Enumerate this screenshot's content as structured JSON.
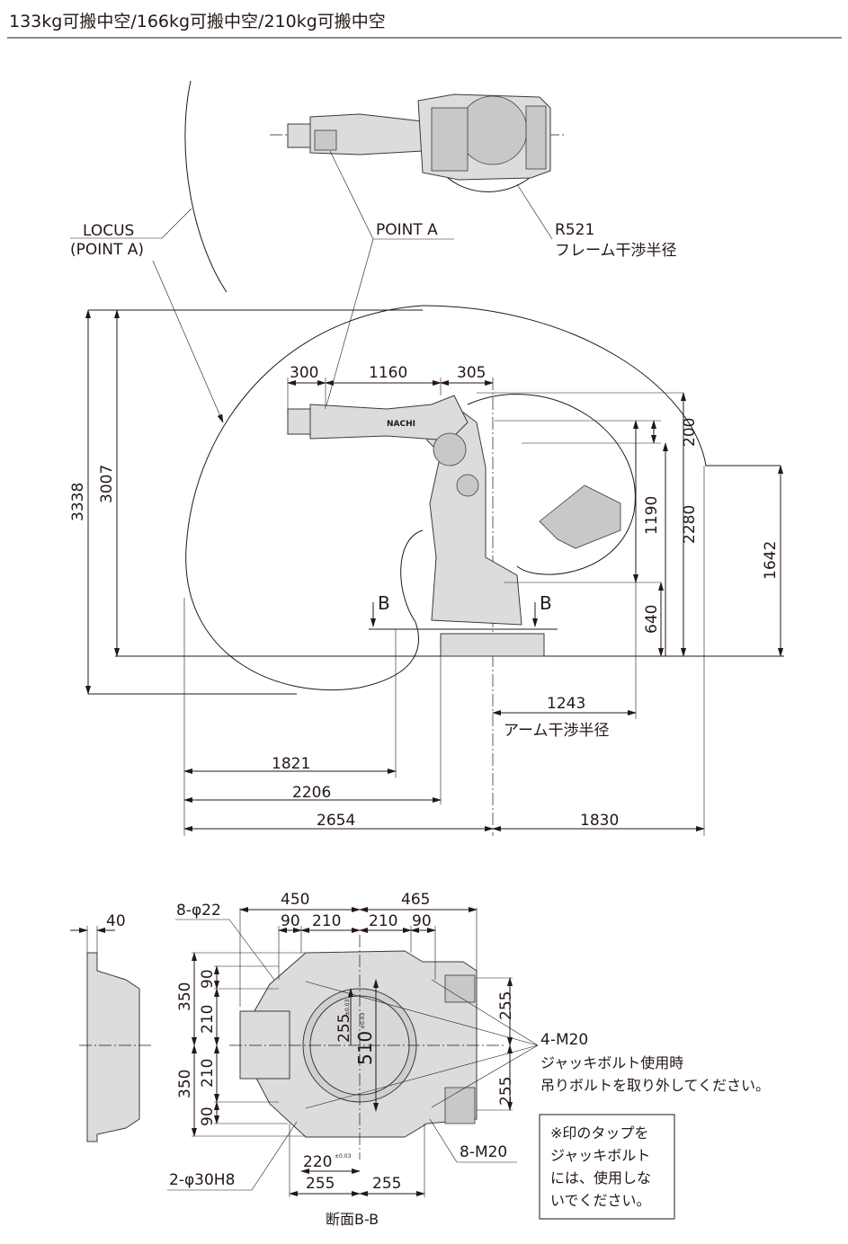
{
  "title": "133kg可搬中空/166kg可搬中空/210kg可搬中空",
  "top_view": {
    "locus_label": [
      "LOCUS",
      "(POINT A)"
    ],
    "point_a_label": "POINT A",
    "radius_label": "R521",
    "radius_caption": "フレーム干渉半径"
  },
  "side_view": {
    "brand": "NACHI",
    "dims": {
      "d300": "300",
      "d1160": "1160",
      "d305": "305",
      "d3338": "3338",
      "d3007": "3007",
      "d200": "200",
      "d1190": "1190",
      "d2280": "2280",
      "d640": "640",
      "d1642": "1642",
      "d1243": "1243",
      "arm_caption": "アーム干渉半径",
      "d1821": "1821",
      "d2206": "2206",
      "d2654": "2654",
      "d1830": "1830"
    },
    "section_marks": [
      "B",
      "B"
    ]
  },
  "base_section": {
    "d40": "40",
    "d450": "450",
    "d465": "465",
    "d90a": "90",
    "d210a": "210",
    "d210b": "210",
    "d90b": "90",
    "hole_label": "8-φ22",
    "v350a": "350",
    "v210a": "210",
    "v90a": "90",
    "v350b": "350",
    "v210b": "210",
    "v90b": "90",
    "d255_inner": "255",
    "tol_inner": "±0.03",
    "d510": "510",
    "tol_510": "±0.03",
    "r255a": "255",
    "r255b": "255",
    "m20_label": "4-M20",
    "m20_note": [
      "ジャッキボルト使用時",
      "吊りボルトを取り外してください。"
    ],
    "m20_8_label": "8-M20",
    "pin_label": "2-φ30H8",
    "d220": "220",
    "tol_220": "±0.03",
    "b255a": "255",
    "b255b": "255",
    "caption": "断面B-B",
    "note_box": [
      "※印のタップを",
      "ジャッキボルト",
      "には、使用しな",
      "いでください。"
    ]
  }
}
